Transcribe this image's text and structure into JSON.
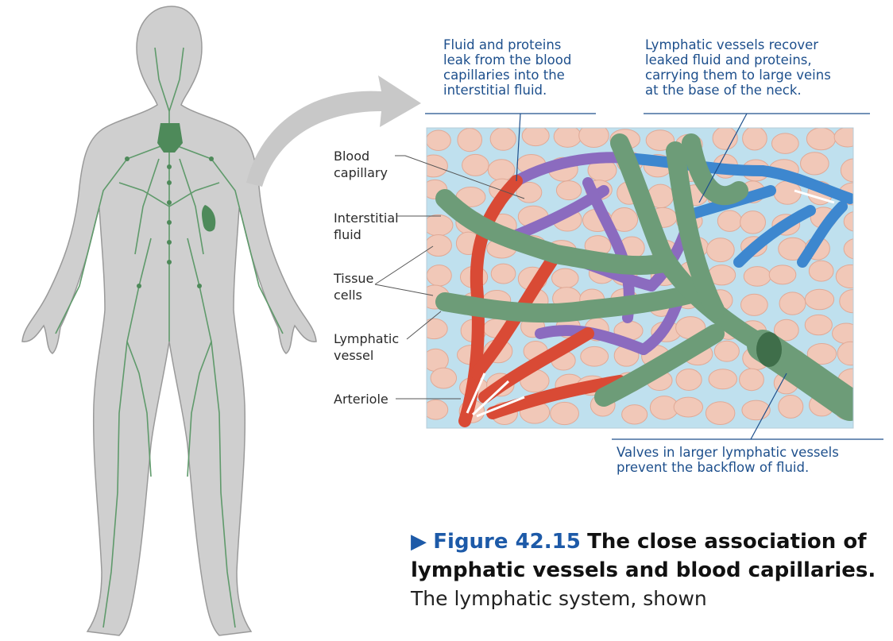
{
  "callouts": {
    "leak": "Fluid and proteins\nleak from the blood\ncapillaries into the\ninterstitial fluid.",
    "recover": "Lymphatic vessels recover\nleaked fluid and proteins,\ncarrying them to large veins\nat the base of the neck.",
    "valves": "Valves in larger lymphatic vessels\nprevent the backflow of fluid."
  },
  "labels": {
    "blood_capillary": "Blood\ncapillary",
    "interstitial_fluid": "Interstitial\nfluid",
    "tissue_cells": "Tissue\ncells",
    "lymphatic_vessel": "Lymphatic\nvessel",
    "arteriole": "Arteriole"
  },
  "caption": {
    "marker": "▶",
    "figure": "Figure 42.15",
    "title": "The close association of lymphatic vessels and blood capillaries.",
    "body": "The lymphatic system, shown"
  },
  "colors": {
    "lymph_green": "#6d9c78",
    "blood_red": "#d94a35",
    "capillary_purple": "#8b6bbf",
    "vein_blue": "#3d87cf",
    "fluid_blue": "#bfe0ee",
    "cell_pink": "#f1c8b8",
    "text_blue": "#1d4f8c",
    "figure_blue": "#1d5aa8"
  }
}
